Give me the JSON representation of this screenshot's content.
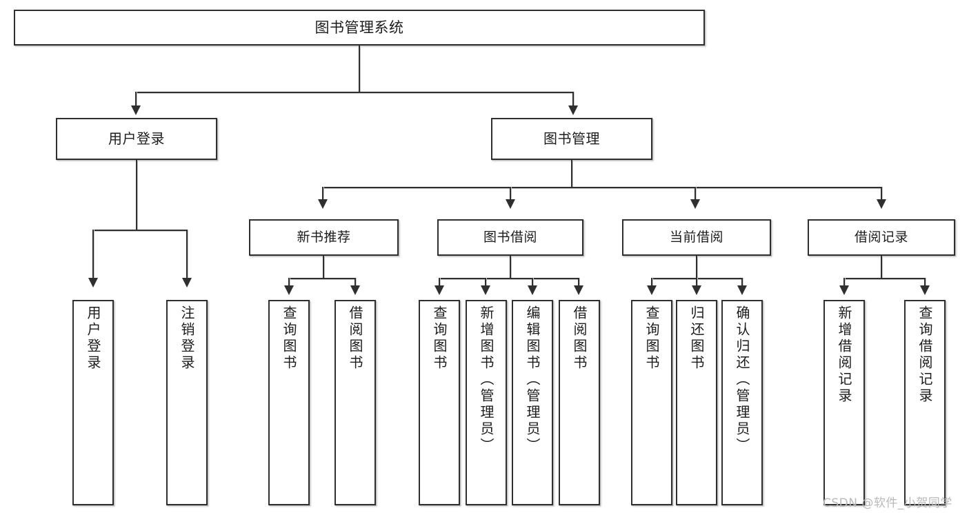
{
  "diagram": {
    "title": "图书管理系统",
    "type": "hierarchy-tree",
    "root": {
      "label": "图书管理系统"
    },
    "level2": [
      {
        "label": "用户登录"
      },
      {
        "label": "图书管理"
      }
    ],
    "level3": [
      {
        "label": "新书推荐"
      },
      {
        "label": "图书借阅"
      },
      {
        "label": "当前借阅"
      },
      {
        "label": "借阅记录"
      }
    ],
    "leaves": {
      "user_login": [
        {
          "label": "用户登录"
        },
        {
          "label": "注销登录"
        }
      ],
      "new_book_recommend": [
        {
          "label": "查询图书"
        },
        {
          "label": "借阅图书"
        }
      ],
      "book_borrow": [
        {
          "label": "查询图书"
        },
        {
          "label": "新增图书（管理员）"
        },
        {
          "label": "编辑图书（管理员）"
        },
        {
          "label": "借阅图书"
        }
      ],
      "current_borrow": [
        {
          "label": "查询图书"
        },
        {
          "label": "归还图书"
        },
        {
          "label": "确认归还（管理员）"
        }
      ],
      "borrow_record": [
        {
          "label": "新增借阅记录"
        },
        {
          "label": "查询借阅记录"
        }
      ]
    }
  },
  "watermark": {
    "text": "CSDN @软件_小贺同学"
  },
  "colors": {
    "stroke": "#2f2f2f",
    "background": "#ffffff",
    "text": "#1c1c1c",
    "watermark": "#b9b9b9"
  }
}
